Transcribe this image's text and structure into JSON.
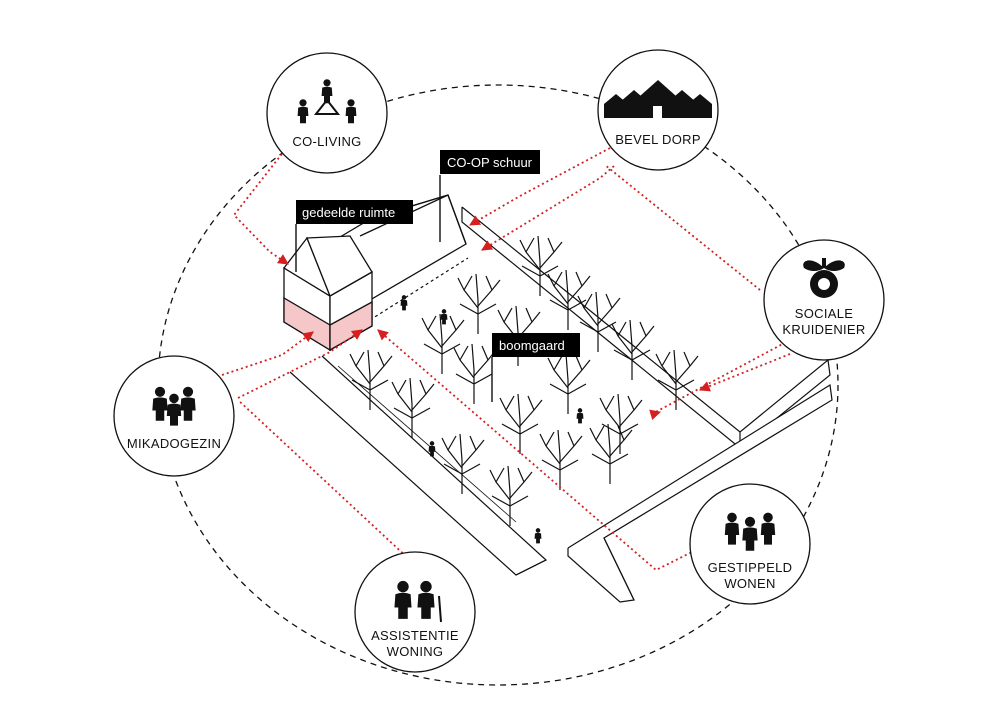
{
  "nodes": {
    "coliving": {
      "line1": "CO-LIVING",
      "line2": "",
      "icon": "triangle-people-icon"
    },
    "beveldorp": {
      "line1": "BEVEL DORP",
      "line2": "",
      "icon": "village-houses-icon"
    },
    "kruidenier": {
      "line1": "SOCIALE",
      "line2": "KRUIDENIER",
      "icon": "fruit-logo-icon"
    },
    "mikado": {
      "line1": "MIKADOGEZIN",
      "line2": "",
      "icon": "family-group-icon"
    },
    "gestippeld": {
      "line1": "GESTIPPELD",
      "line2": "WONEN",
      "icon": "group-people-icon"
    },
    "assistentie": {
      "line1": "ASSISTENTIE",
      "line2": "WONING",
      "icon": "elderly-couple-icon"
    }
  },
  "labels": {
    "coop": "CO-OP schuur",
    "gedeelde": "gedeelde ruimte",
    "boomgaard": "boomgaard"
  },
  "colors": {
    "accent": "#d42020",
    "highlight": "#f6c7c9",
    "ink": "#111111",
    "tag_bg": "#000000"
  }
}
